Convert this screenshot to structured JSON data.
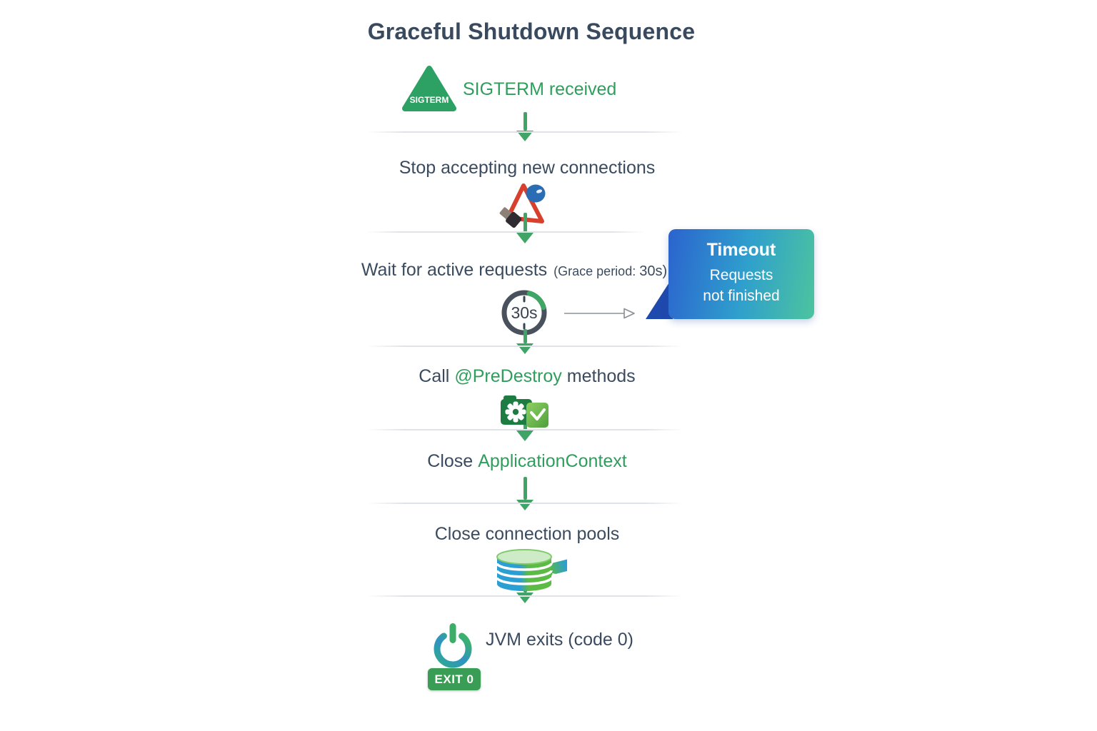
{
  "title": "Graceful Shutdown Sequence",
  "steps": {
    "sigterm": {
      "icon_label": "SIGTERM",
      "label": "SIGTERM received"
    },
    "stop": {
      "label": "Stop accepting new connections"
    },
    "wait": {
      "label": "Wait for active requests",
      "note1": "(Grace period:",
      "note2": "30s)",
      "timer": "30s"
    },
    "predestroy": {
      "prefix": "Call",
      "highlight": "@PreDestroy",
      "suffix": "methods"
    },
    "context": {
      "prefix": "Close",
      "highlight": "ApplicationContext"
    },
    "pools": {
      "label": "Close connection pools"
    },
    "exit": {
      "label": "JVM exits (code 0)",
      "badge": "EXIT 0"
    }
  },
  "callout": {
    "title": "Timeout",
    "line1": "Requests",
    "line2": "not finished"
  },
  "colors": {
    "heading_text": "#39495e",
    "body_text": "#3a4b60",
    "green_accent": "#2f9e5c",
    "arrow_green": "#3fa465",
    "divider_gray": "#dfe3e8",
    "callout_blue": "#2b63ce",
    "callout_teal": "#4cc49e",
    "stop_red": "#d8402e",
    "plug_blue": "#2b6db4",
    "badge_green": "#3a9d55"
  }
}
